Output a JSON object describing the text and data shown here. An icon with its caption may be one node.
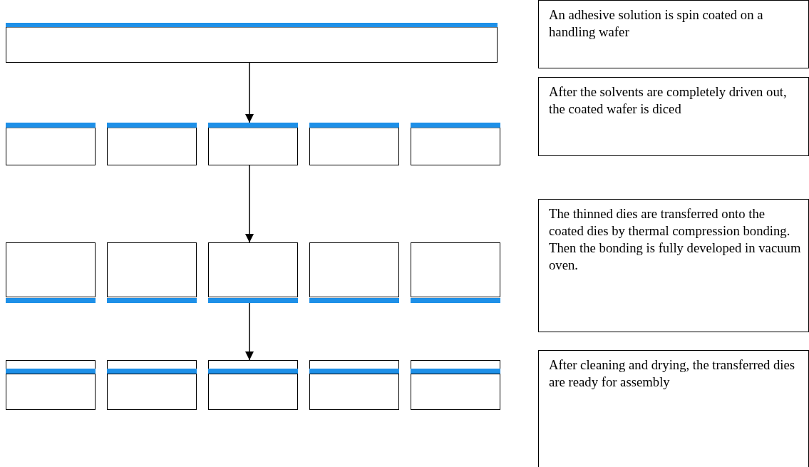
{
  "diagram": {
    "nodes": [
      {
        "text": [],
        "shape": "box"
      },
      {
        "text": [
          "An adhesive solution is spin coated on a handling wafer"
        ]
      },
      {
        "text": [],
        "shape": "picture"
      },
      {
        "text": [
          "After the solvents are completely driven out, the coated wafer is diced"
        ]
      },
      {
        "text": [],
        "shape": "picture"
      },
      {
        "text": [
          "The thinned dies are transferred onto the coated dies by thermal compression bonding.  Then the bonding is fully developed in vacuum oven."
        ]
      },
      {
        "text": [],
        "shape": "picture"
      },
      {
        "text": [
          "After cleaning and drying, the transferred dies are ready for assembly"
        ]
      }
    ],
    "edges": [
      {
        "from": 0,
        "to": 2,
        "arrow": "to"
      },
      {
        "from": 2,
        "to": 4,
        "arrow": "to"
      },
      {
        "from": 4,
        "to": 6,
        "arrow": "to"
      }
    ]
  }
}
